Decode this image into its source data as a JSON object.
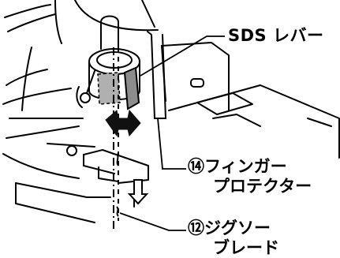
{
  "callouts": {
    "sds_lever": {
      "text": "SDS レバー"
    },
    "finger_protector": {
      "number": "⑭",
      "line1": "フィンガー",
      "line2": "プロテクター"
    },
    "jigsaw_blade": {
      "number": "⑫",
      "line1": "ジグソー",
      "line2": "ブレード"
    }
  },
  "colors": {
    "ink": "#000000",
    "blade_gray": "#9a9a9a",
    "lever_gray": "#8c8c8c"
  },
  "icons": [
    "double-arrow-icon",
    "down-arrow-icon"
  ]
}
